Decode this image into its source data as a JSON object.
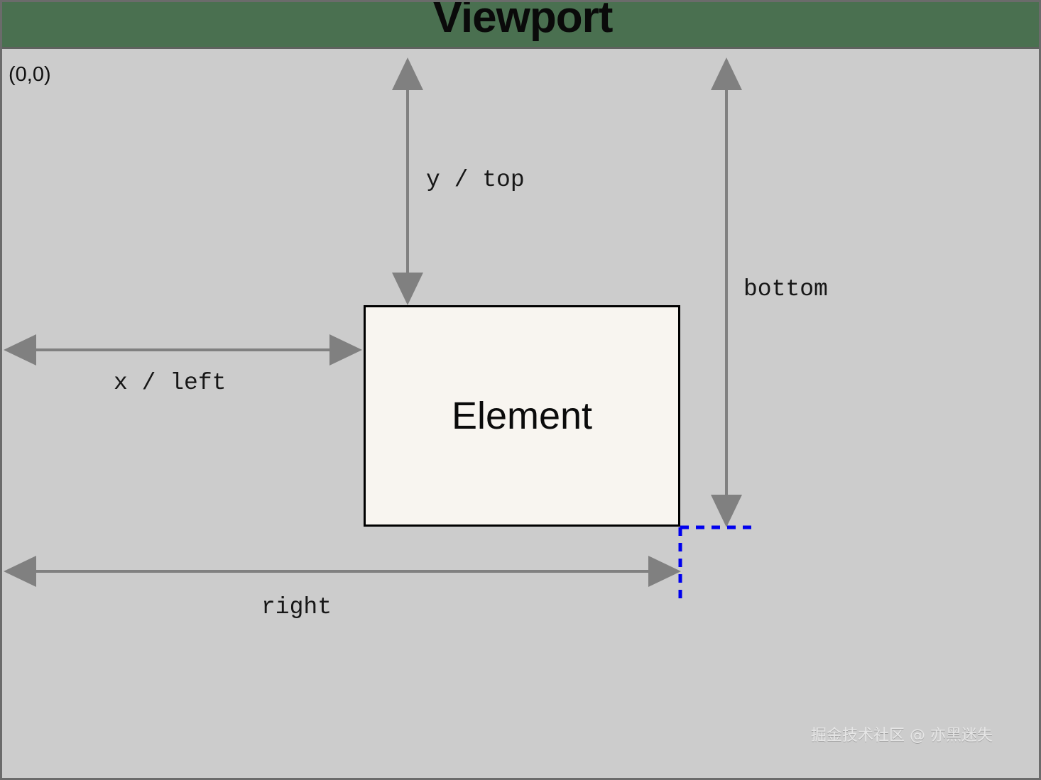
{
  "diagram": {
    "title": "Viewport",
    "origin_label": "(0,0)",
    "element_label": "Element",
    "labels": {
      "y_top": "y / top",
      "x_left": "x / left",
      "bottom": "bottom",
      "right": "right"
    },
    "watermark": "掘金技术社区 @ 亦黑迷失",
    "colors": {
      "header_band": "#4a7050",
      "viewport_background": "#cccccc",
      "element_fill": "#f8f5f0",
      "element_border": "#000000",
      "arrow": "#808080",
      "guide_dashed": "#0000ee",
      "frame_border": "#6b6b6b",
      "title_text": "#0a0a0a"
    },
    "measurements": [
      {
        "name": "y / top",
        "from": "viewport top edge",
        "to": "element top edge",
        "orientation": "vertical",
        "arrowheads": "both"
      },
      {
        "name": "x / left",
        "from": "viewport left edge",
        "to": "element left edge",
        "orientation": "horizontal",
        "arrowheads": "both"
      },
      {
        "name": "bottom",
        "from": "viewport top edge",
        "to": "element bottom edge",
        "orientation": "vertical",
        "arrowheads": "both"
      },
      {
        "name": "right",
        "from": "viewport left edge",
        "to": "element right edge",
        "orientation": "horizontal",
        "arrowheads": "both"
      }
    ]
  }
}
